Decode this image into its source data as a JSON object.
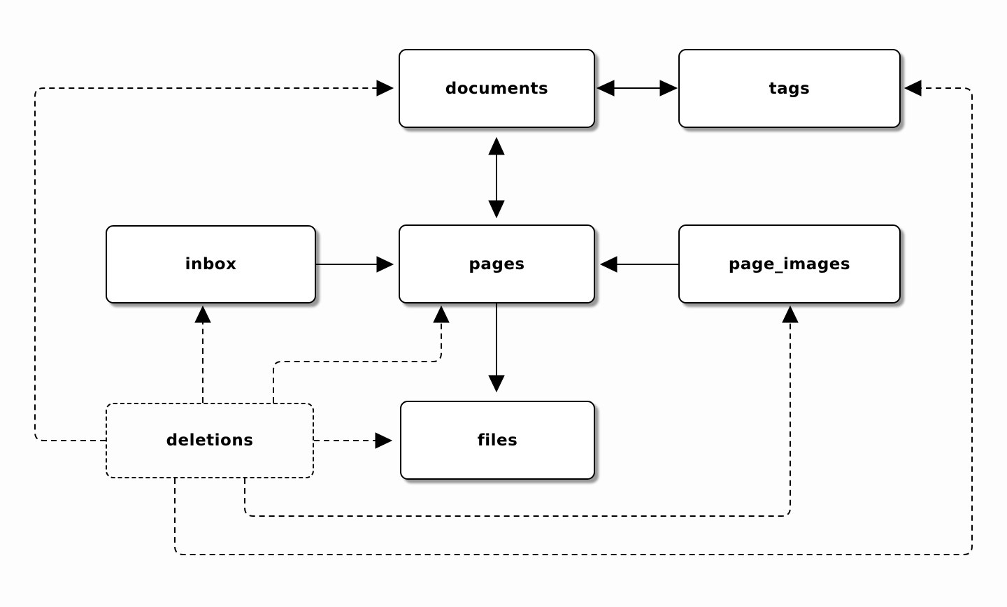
{
  "diagram": {
    "background_color": "#fdfdfd",
    "node_fill_color": "#ffffff",
    "line_color": "#000000",
    "text_color": "#000000"
  },
  "nodes": [
    {
      "id": "documents",
      "label": "documents",
      "border": "solid"
    },
    {
      "id": "tags",
      "label": "tags",
      "border": "solid"
    },
    {
      "id": "inbox",
      "label": "inbox",
      "border": "solid"
    },
    {
      "id": "pages",
      "label": "pages",
      "border": "solid"
    },
    {
      "id": "page_images",
      "label": "page_images",
      "border": "solid"
    },
    {
      "id": "files",
      "label": "files",
      "border": "solid"
    },
    {
      "id": "deletions",
      "label": "deletions",
      "border": "dashed"
    }
  ],
  "edges": [
    {
      "from": "documents",
      "to": "tags",
      "style": "solid",
      "direction": "both"
    },
    {
      "from": "documents",
      "to": "pages",
      "style": "solid",
      "direction": "both"
    },
    {
      "from": "inbox",
      "to": "pages",
      "style": "solid",
      "direction": "forward"
    },
    {
      "from": "page_images",
      "to": "pages",
      "style": "solid",
      "direction": "forward"
    },
    {
      "from": "pages",
      "to": "files",
      "style": "solid",
      "direction": "forward"
    },
    {
      "from": "deletions",
      "to": "documents",
      "style": "dashed",
      "direction": "forward"
    },
    {
      "from": "deletions",
      "to": "inbox",
      "style": "dashed",
      "direction": "forward"
    },
    {
      "from": "deletions",
      "to": "pages",
      "style": "dashed",
      "direction": "forward"
    },
    {
      "from": "deletions",
      "to": "files",
      "style": "dashed",
      "direction": "forward"
    },
    {
      "from": "deletions",
      "to": "page_images",
      "style": "dashed",
      "direction": "forward"
    },
    {
      "from": "deletions",
      "to": "tags",
      "style": "dashed",
      "direction": "forward"
    }
  ]
}
